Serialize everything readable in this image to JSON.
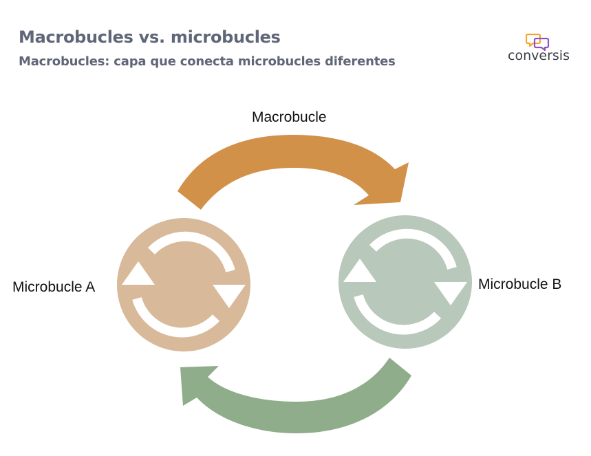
{
  "header": {
    "title": "Macrobucles vs. microbucles",
    "subtitle": "Macrobucles: capa que conecta microbucles diferentes"
  },
  "logo": {
    "text": "conversis",
    "icon": "speech-bubbles-icon",
    "colors": {
      "orange": "#f2a531",
      "purple": "#8d52c8"
    }
  },
  "diagram": {
    "top_label": "Macrobucle",
    "left_node_label": "Microbucle A",
    "right_node_label": "Microbucle B",
    "colors": {
      "top_arrow": "#d29149",
      "bottom_arrow": "#8fad8a",
      "left_circle": "#d8b999",
      "right_circle": "#b8c8ba"
    }
  }
}
